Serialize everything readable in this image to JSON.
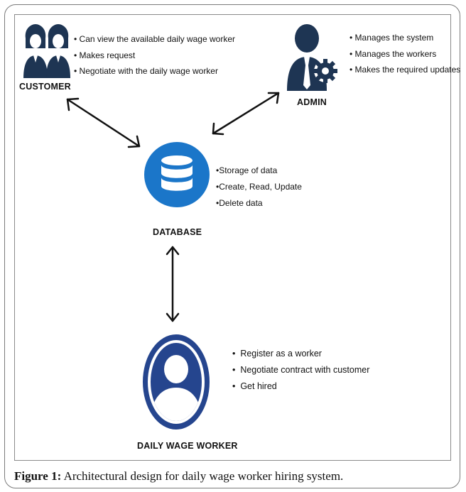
{
  "customer": {
    "label": "CUSTOMER",
    "bullets": [
      "Can view the available daily wage worker",
      "Makes request",
      "Negotiate with the daily wage worker"
    ]
  },
  "admin": {
    "label": "ADMIN",
    "bullets": [
      "Manages the system",
      "Manages the workers",
      "Makes the required updates"
    ]
  },
  "database": {
    "label": "DATABASE",
    "bullets": [
      "Storage of data",
      "Create, Read, Update",
      "Delete data"
    ]
  },
  "worker": {
    "label": "DAILY WAGE WORKER",
    "bullets": [
      "Register as a worker",
      "Negotiate contract with customer",
      "Get hired"
    ]
  },
  "caption": {
    "prefix": "Figure 1:",
    "text": "Architectural design for daily wage worker hiring system."
  },
  "colors": {
    "navy": "#1e3553",
    "database_blue": "#1b76c9",
    "worker_blue": "#25458e"
  }
}
